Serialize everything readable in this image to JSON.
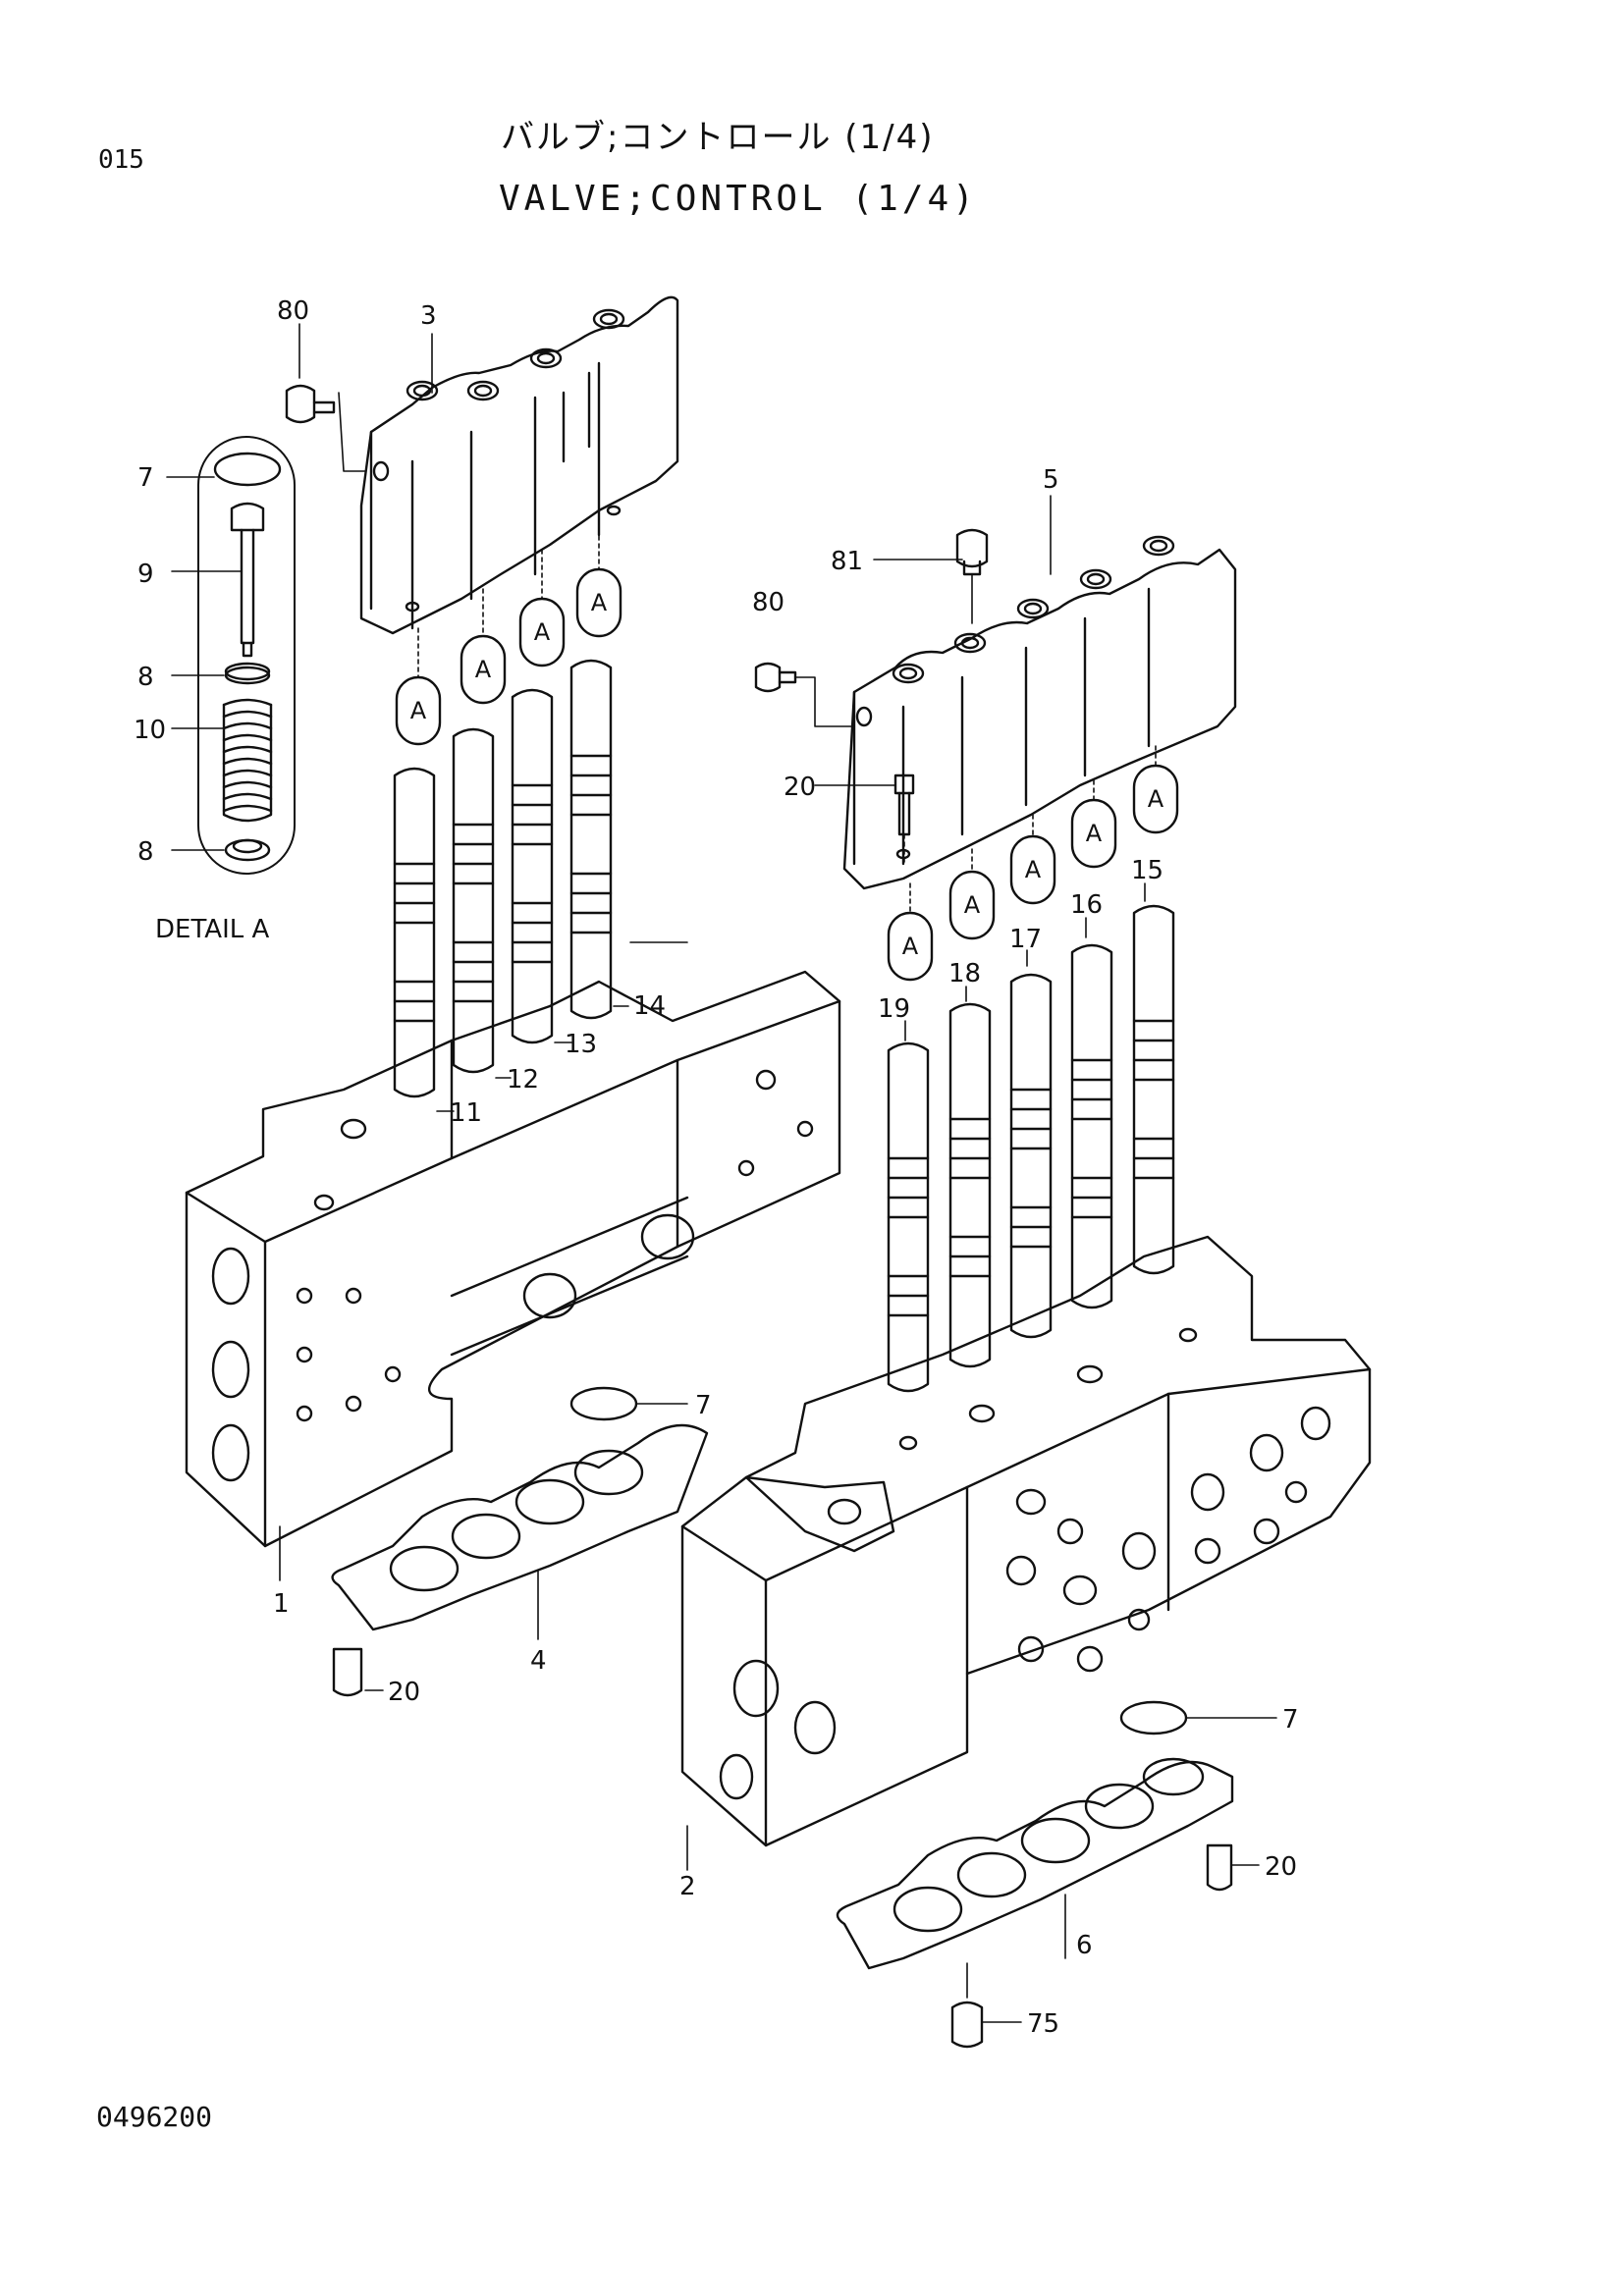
{
  "header": {
    "page_number": "015",
    "title_jp": "バルブ;コントロール (1/4)",
    "title_en": "VALVE;CONTROL (1/4)"
  },
  "detail": {
    "label": "DETAIL A",
    "marker": "A"
  },
  "callouts": {
    "c80a": "80",
    "c3": "3",
    "c7a": "7",
    "c9": "9",
    "c8a": "8",
    "c10": "10",
    "c8b": "8",
    "c5": "5",
    "c81": "81",
    "c80b": "80",
    "c20a": "20",
    "c15": "15",
    "c16": "16",
    "c17": "17",
    "c18": "18",
    "c19": "19",
    "c14": "14",
    "c13": "13",
    "c12": "12",
    "c11": "11",
    "c7b": "7",
    "c1": "1",
    "c20b": "20",
    "c4": "4",
    "c7c": "7",
    "c2": "2",
    "c20c": "20",
    "c6": "6",
    "c75": "75"
  },
  "footer": {
    "drawing_number": "0496200"
  }
}
